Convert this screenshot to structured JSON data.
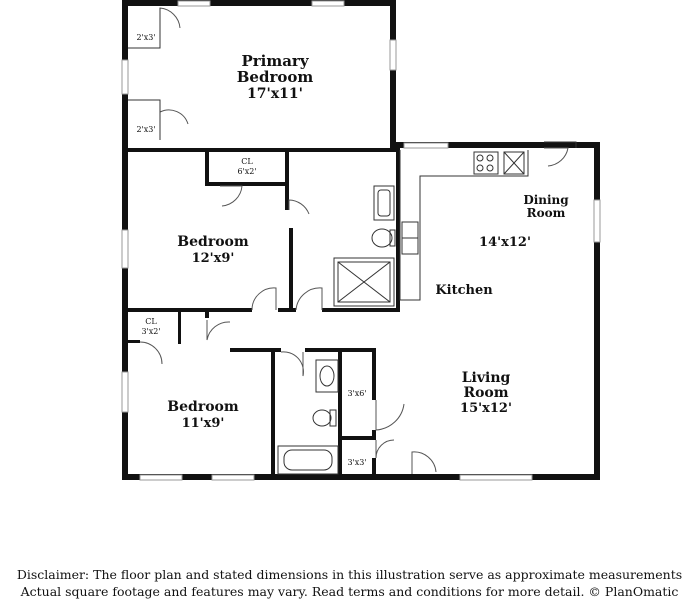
{
  "rooms": {
    "primary_bedroom": {
      "name_line1": "Primary",
      "name_line2": "Bedroom",
      "dims": "17'x11'"
    },
    "bedroom_1": {
      "name": "Bedroom",
      "dims": "12'x9'"
    },
    "bedroom_2": {
      "name": "Bedroom",
      "dims": "11'x9'"
    },
    "dining": {
      "name_line1": "Dining",
      "name_line2": "Room"
    },
    "kitchen": {
      "name": "Kitchen",
      "dims": "14'x12'"
    },
    "living": {
      "name_line1": "Living",
      "name_line2": "Room",
      "dims": "15'x12'"
    }
  },
  "closets": {
    "primary_top": "2'x3'",
    "primary_bottom": "2'x3'",
    "bed1_cl_label": "CL",
    "bed1_cl_dims": "6'x2'",
    "bed2_cl_label": "CL",
    "bed2_cl_dims": "3'x2'",
    "hall_closet": "3'x6'",
    "front_closet": "3'x3'"
  },
  "disclaimer": {
    "line1": "Disclaimer: The floor plan and stated dimensions in this illustration serve as approximate measurements",
    "line2": "Actual square footage and features may vary. Read terms and conditions for more detail. © PlanOmatic"
  }
}
